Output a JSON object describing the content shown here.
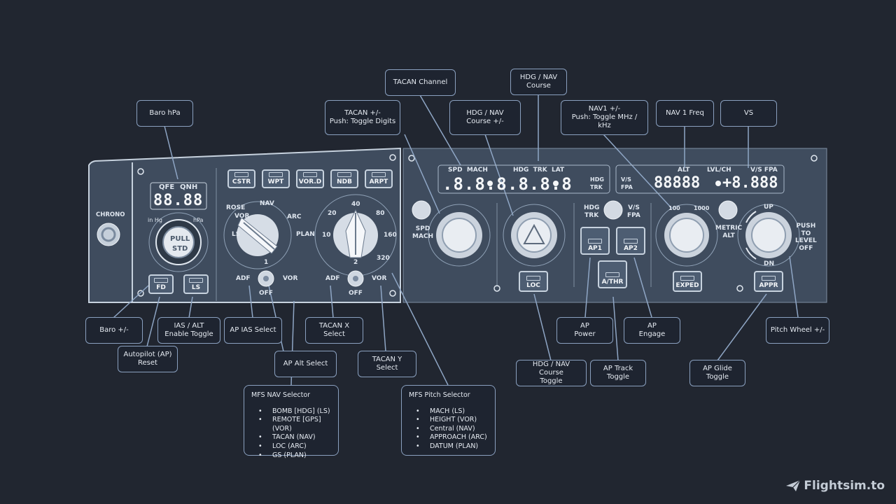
{
  "callouts": {
    "baro_hpa": "Baro hPa",
    "tacan_channel": "TACAN Channel",
    "hdg_nav_course": "HDG / NAV\nCourse",
    "tacan_plus_minus": "TACAN +/-\nPush: Toggle Digits",
    "hdg_nav_course_pm": "HDG / NAV\nCourse +/-",
    "nav1_pm": "NAV1 +/-\nPush: Toggle MHz / kHz",
    "nav1_freq": "NAV 1 Freq",
    "vs": "VS",
    "baro_pm": "Baro +/-",
    "ias_alt_enable": "IAS / ALT\nEnable Toggle",
    "ap_ias_select": "AP IAS Select",
    "tacan_x_select": "TACAN X\nSelect",
    "autopilot_reset": "Autopilot (AP)\nReset",
    "ap_alt_select": "AP Alt Select",
    "tacan_y_select": "TACAN Y\nSelect",
    "ap_power": "AP\nPower",
    "ap_engage": "AP\nEngage",
    "pitch_wheel": "Pitch Wheel +/-",
    "hdg_nav_course_toggle": "HDG / NAV Course\nToggle",
    "ap_track_toggle": "AP Track\nToggle",
    "ap_glide_toggle": "AP Glide\nToggle"
  },
  "mfs_nav": {
    "title": "MFS NAV Selector",
    "items": [
      "BOMB [HDG] (LS)",
      "REMOTE [GPS] (VOR)",
      "TACAN (NAV)",
      "LOC (ARC)",
      "GS (PLAN)"
    ]
  },
  "mfs_pitch": {
    "title": "MFS Pitch Selector",
    "items": [
      "MACH (LS)",
      "HEIGHT (VOR)",
      "Central (NAV)",
      "APPROACH (ARC)",
      "DATUM (PLAN)"
    ]
  },
  "panel": {
    "chrono": "CHRONO",
    "qfe": "QFE",
    "qnh": "QNH",
    "baro_digits": "88.88",
    "in_hg": "in Hg",
    "hpa": "hPa",
    "pull": "PULL",
    "std": "STD",
    "fd": "FD",
    "ls": "LS",
    "efis_buttons": [
      "CSTR",
      "WPT",
      "VOR.D",
      "NDB",
      "ARPT"
    ],
    "nd_mode_labels": {
      "rose": "ROSE",
      "vor": "VOR",
      "nav": "NAV",
      "arc": "ARC",
      "ls": "LS",
      "plan": "PLAN"
    },
    "range_labels": {
      "r10": "10",
      "r20": "20",
      "r40": "40",
      "r80": "80",
      "r160": "160",
      "r320": "320"
    },
    "adf1": "ADF",
    "vor1": "VOR",
    "off1": "OFF",
    "one": "1",
    "adf2": "ADF",
    "vor2": "VOR",
    "off2": "OFF",
    "two": "2",
    "spd_mach": "SPD  MACH",
    "spd_digits": ".8.8.8",
    "hdg_trk_lat": "HDG  TRK  LAT",
    "hdg_digits": ".8.8.8",
    "hdg_small": "HDG",
    "trk_small": "TRK",
    "vs_small": "V/S",
    "fpa_small": "FPA",
    "alt_hdr": "ALT",
    "lvl_ch": "LVL/CH",
    "vs_fpa_hdr": "V/S FPA",
    "alt_digits": "88888",
    "vs_digits": "+8.888",
    "spd_mach_btn": "SPD\nMACH",
    "hdg_trk_sw": "HDG\nTRK",
    "vs_fpa_sw": "V/S\nFPA",
    "loc": "LOC",
    "ap1": "AP1",
    "ap2": "AP2",
    "athr": "A/THR",
    "scale_100": "100",
    "scale_1000": "1000",
    "metric_alt": "METRIC\nALT",
    "exped": "EXPED",
    "up": "UP",
    "dn": "DN",
    "push_level_off": "PUSH\nTO\nLEVEL\nOFF",
    "appr": "APPR"
  },
  "brand": "Flightsim.to",
  "colors": {
    "background": "#212630",
    "panel": "#3e4c5f",
    "callout_border": "#8aa0bf",
    "text": "#e6ebf2"
  }
}
